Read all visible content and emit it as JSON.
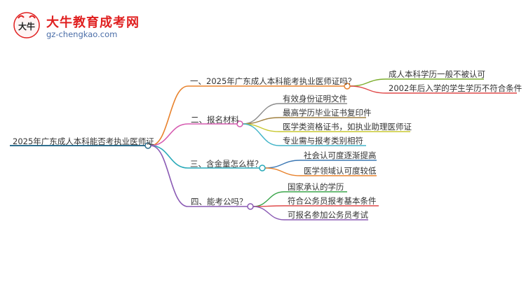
{
  "logo": {
    "site_name": "大牛教育成考网",
    "url": "gz-chengkao.com",
    "mark_text": "大牛"
  },
  "mindmap": {
    "root": "2025年广东成人本科能否考执业医师证",
    "branches": [
      {
        "label": "一、2025年广东成人本科能考执业医师证吗？",
        "color": "#e8822c",
        "children": [
          {
            "label": "成人本科学历一般不被认可",
            "color": "#7cae2d"
          },
          {
            "label": "2002年后入学的学生学历不符合条件",
            "color": "#e04a4a"
          }
        ]
      },
      {
        "label": "二、报名材料",
        "color": "#d65bb0",
        "children": [
          {
            "label": "有效身份证明文件",
            "color": "#8c8c8c"
          },
          {
            "label": "最高学历毕业证书复印件",
            "color": "#a08040"
          },
          {
            "label": "医学类资格证书，如执业助理医师证",
            "color": "#c8c832"
          },
          {
            "label": "专业需与报考类别相符",
            "color": "#40b4c8"
          }
        ]
      },
      {
        "label": "三、含金量怎么样？",
        "color": "#27a9b8",
        "children": [
          {
            "label": "社会认可度逐渐提高",
            "color": "#3c78b4"
          },
          {
            "label": "医学领域认可度较低",
            "color": "#e8822c"
          }
        ]
      },
      {
        "label": "四、能考公吗？",
        "color": "#8a5ab4",
        "children": [
          {
            "label": "国家承认的学历",
            "color": "#3aa54a"
          },
          {
            "label": "符合公务员报考基本条件",
            "color": "#e04a4a"
          },
          {
            "label": "可报名参加公务员考试",
            "color": "#8a5ab4"
          }
        ]
      }
    ]
  },
  "colors": {
    "root_line": "#2f6f8f",
    "brand_red": "#e02020",
    "url_blue": "#4b6ea8"
  }
}
